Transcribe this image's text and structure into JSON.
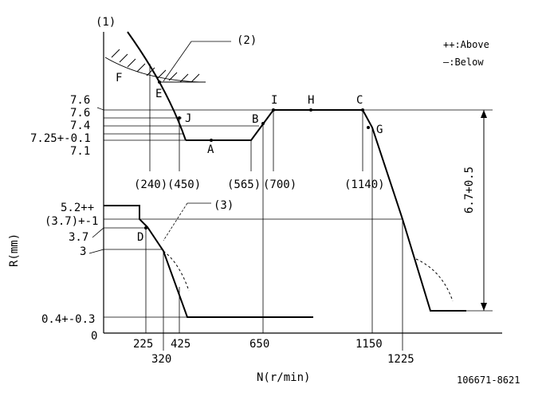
{
  "diagram": {
    "figure_number": "(1)",
    "callout_2": "(2)",
    "callout_3": "(3)",
    "legend": {
      "above": "++:Above",
      "below": "—:Below"
    },
    "axis": {
      "y_label": "R(mm)",
      "x_label": "N(r/min)",
      "origin": "0"
    },
    "part_number": "106671-8621",
    "y_ticks_upper": [
      "7.6",
      "7.6",
      "7.4",
      "7.25+-0.1",
      "7.1"
    ],
    "y_ticks_lower": [
      "5.2++",
      "(3.7)+-1",
      "3.7",
      "3",
      "0.4+-0.3"
    ],
    "x_ticks_upper": [
      "(240)",
      "(450)",
      "(565)",
      "(700)",
      "(1140)"
    ],
    "x_ticks_lower": [
      "225",
      "320",
      "425",
      "650",
      "1150",
      "1225"
    ],
    "points": [
      "F",
      "E",
      "J",
      "I",
      "H",
      "C",
      "B",
      "G",
      "A",
      "D"
    ],
    "dimension": "6.7+0.5"
  }
}
